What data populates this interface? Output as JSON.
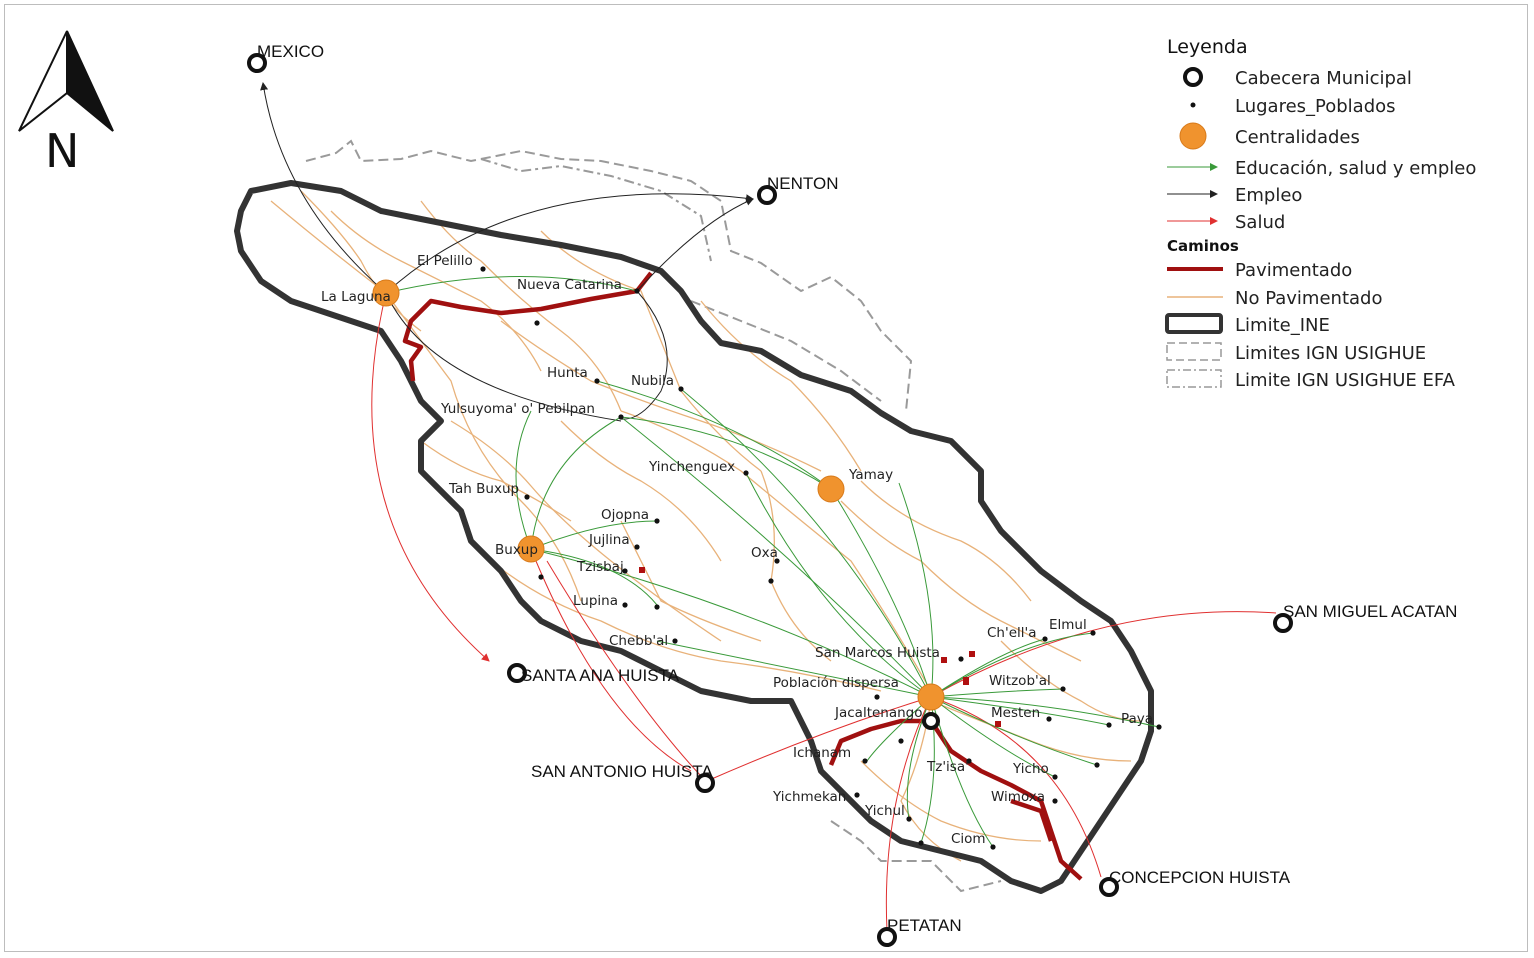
{
  "north_arrow": {
    "label": "N"
  },
  "legend": {
    "title": "Leyenda",
    "items": [
      {
        "label": "Cabecera Municipal",
        "symbol": "ring-point-icon"
      },
      {
        "label": "Lugares_Poblados",
        "symbol": "dot-icon"
      },
      {
        "label": "Centralidades",
        "symbol": "orange-circle-icon",
        "color": "#f0932e"
      },
      {
        "label": "Educación, salud y empleo",
        "symbol": "arrow-line-icon",
        "color": "#3a9a3a"
      },
      {
        "label": "Empleo",
        "symbol": "arrow-line-icon",
        "color": "#222222"
      },
      {
        "label": "Salud",
        "symbol": "arrow-line-icon",
        "color": "#e03030"
      }
    ],
    "roads_title": "Caminos",
    "roads": [
      {
        "label": "Pavimentado",
        "symbol": "thick-line-icon",
        "color": "#a01010"
      },
      {
        "label": "No Pavimentado",
        "symbol": "thin-line-icon",
        "color": "#e8b27a"
      },
      {
        "label": "Limite_INE",
        "symbol": "thick-box-icon",
        "color": "#333333"
      },
      {
        "label": "Limites IGN USIGHUE",
        "symbol": "dashed-box-icon",
        "color": "#999999"
      },
      {
        "label": "Limite IGN USIGHUE EFA",
        "symbol": "dashdot-box-icon",
        "color": "#999999"
      }
    ]
  },
  "cabeceras": [
    "MEXICO",
    "NENTON",
    "SAN MIGUEL ACATAN",
    "SANTA ANA HUISTA",
    "SAN ANTONIO HUISTA",
    "CONCEPCION HUISTA",
    "PETATAN"
  ],
  "centralidades": [
    "La Laguna",
    "Yamay",
    "Buxup",
    "Jacaltenango"
  ],
  "lugares": [
    "El Pelillo",
    "Nueva Catarina",
    "Hunta",
    "Nubila",
    "Yulsuyoma' o' Pebilpan",
    "Yinchenguex",
    "Tah Buxup",
    "Ojopna",
    "Jujlina",
    "Tzisbaj",
    "Oxa",
    "Lupina",
    "Chebb'al",
    "San Marcos Huista",
    "Población dispersa",
    "Ch'ell'a",
    "Elmul",
    "Witzob'al",
    "Mesten",
    "Paya",
    "Ichanam",
    "Tz'isa'",
    "Yicho",
    "Wimoxa",
    "Yichmekan",
    "Yichul",
    "Ciom"
  ],
  "colors": {
    "boundary": "#333333",
    "paved": "#a01010",
    "unpaved": "#e8b27a",
    "flow_all": "#3a9a3a",
    "flow_empleo": "#222222",
    "flow_salud": "#e03030",
    "centralidad": "#f0932e"
  }
}
